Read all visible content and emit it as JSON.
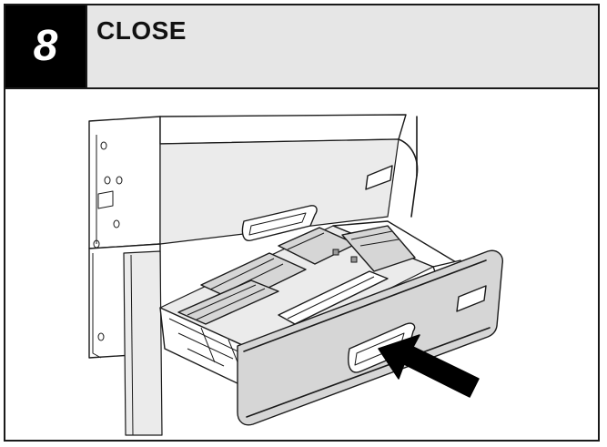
{
  "step": {
    "number": "8",
    "title": "CLOSE"
  },
  "illustration": {
    "subject": "printer-paper-drawer",
    "arrow_direction": "push-in"
  },
  "colors": {
    "header_bg": "#e6e6e6",
    "step_bg": "#000000",
    "step_text": "#ffffff",
    "border": "#1a1a1a"
  }
}
